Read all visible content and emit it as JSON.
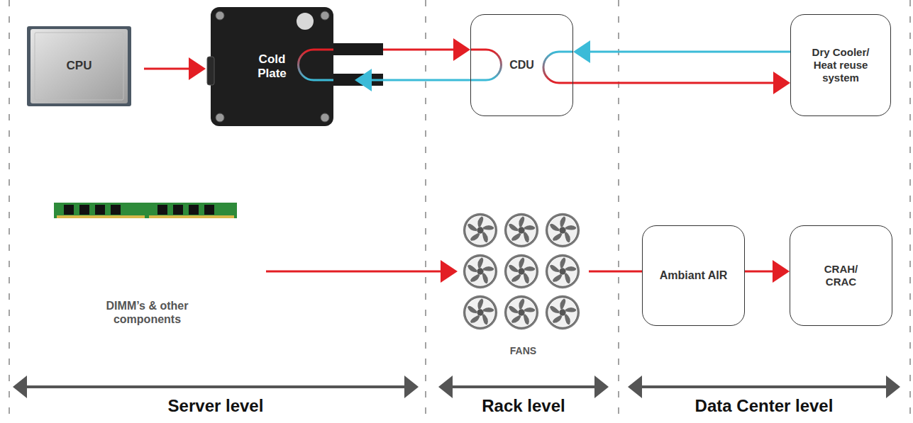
{
  "diagram": {
    "nodes": [
      {
        "text": [
          "CPU"
        ]
      },
      {
        "text": [
          "Cold Plate"
        ]
      },
      {
        "text": [
          "CDU"
        ]
      },
      {
        "text": [
          "Dry Cooler/ Heat reuse system"
        ]
      },
      {
        "text": [
          "DIMM’s & other components"
        ]
      },
      {
        "text": [
          "FANS"
        ]
      },
      {
        "text": [
          "Ambiant AIR"
        ]
      },
      {
        "text": [
          "CRAH/ CRAC"
        ]
      }
    ],
    "edges": [
      {
        "from": 0,
        "to": 1,
        "arrow": "to"
      },
      {
        "from": 1,
        "to": 2,
        "arrow": "to"
      },
      {
        "from": 2,
        "to": 1,
        "arrow": "to"
      },
      {
        "from": 2,
        "to": 3,
        "arrow": "to"
      },
      {
        "from": 3,
        "to": 2,
        "arrow": "to"
      },
      {
        "from": 4,
        "to": 5,
        "arrow": "to"
      },
      {
        "from": 5,
        "to": 6,
        "arrow": "none"
      },
      {
        "from": 6,
        "to": 7,
        "arrow": "to"
      }
    ],
    "labels": [
      "Server level",
      "Rack level",
      "Data Center level"
    ]
  }
}
